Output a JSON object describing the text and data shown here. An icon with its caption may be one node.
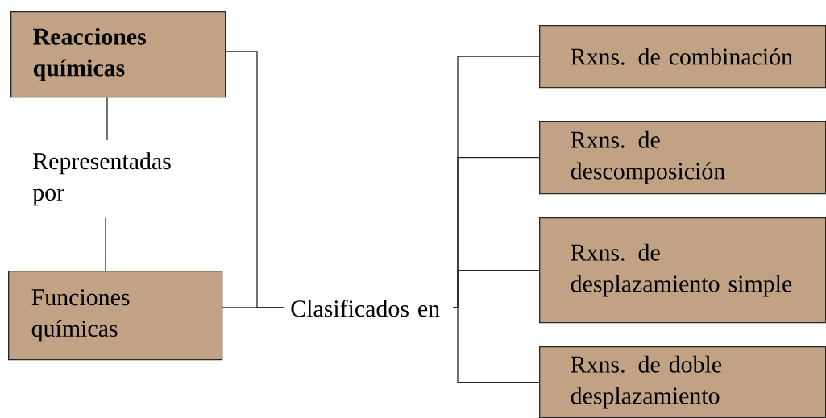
{
  "diagram": {
    "nodes": [
      {
        "text": [
          "Reacciones químicas"
        ]
      },
      {
        "text": [
          "Representadas por"
        ]
      },
      {
        "text": [
          "Funciones químicas"
        ]
      },
      {
        "text": [
          "Clasificados en"
        ]
      },
      {
        "text": [
          "Rxns. de combinación"
        ]
      },
      {
        "text": [
          "Rxns. de descomposición"
        ]
      },
      {
        "text": [
          "Rxns. de desplazamiento simple"
        ]
      },
      {
        "text": [
          "Rxns. de doble desplazamiento"
        ]
      }
    ],
    "edges": [
      {
        "from": 0,
        "to": 1,
        "arrow": "none"
      },
      {
        "from": 1,
        "to": 2,
        "arrow": "none"
      },
      {
        "from": 0,
        "to": 3,
        "arrow": "none"
      },
      {
        "from": 2,
        "to": 3,
        "arrow": "none"
      },
      {
        "from": 3,
        "to": 4,
        "arrow": "none"
      },
      {
        "from": 3,
        "to": 5,
        "arrow": "none"
      },
      {
        "from": 3,
        "to": 6,
        "arrow": "none"
      },
      {
        "from": 3,
        "to": 7,
        "arrow": "none"
      }
    ]
  }
}
